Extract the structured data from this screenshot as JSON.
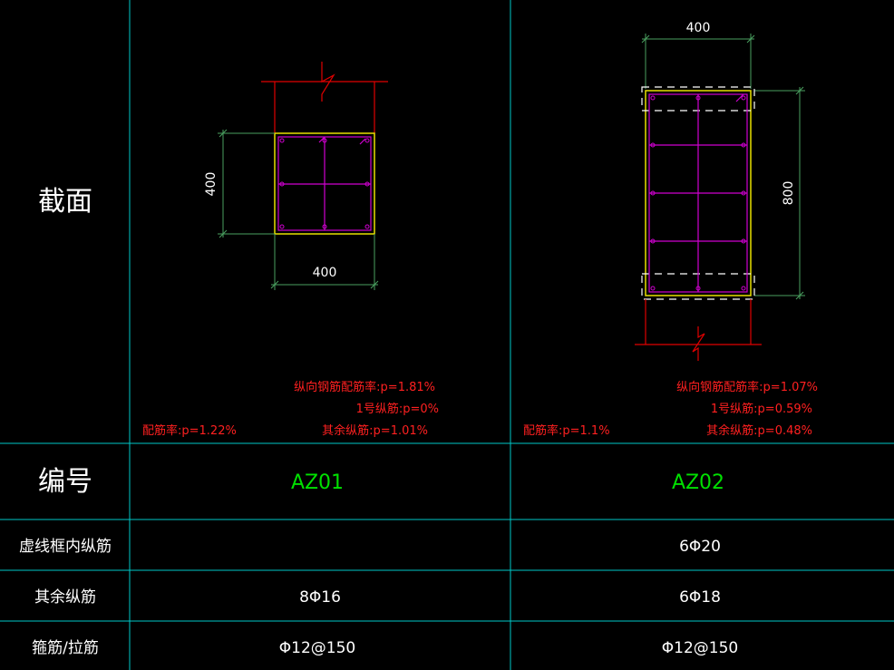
{
  "table": {
    "row_labels": {
      "section": "截面",
      "number": "编号",
      "dashed_box_rebar": "虚线框内纵筋",
      "other_rebar": "其余纵筋",
      "stirrup": "箍筋/拉筋"
    },
    "columns": [
      {
        "id": "AZ01",
        "number": "AZ01",
        "dashed_box_rebar": "",
        "other_rebar": "8Φ16",
        "stirrup": "Φ12@150",
        "section": {
          "width_dim": "400",
          "height_dim": "400",
          "ratio_total": "配筋率:p=1.22%",
          "ratio_longitudinal": "纵向钢筋配筋率:p=1.81%",
          "ratio_no1": "1号纵筋:p=0%",
          "ratio_other": "其余纵筋:p=1.01%"
        }
      },
      {
        "id": "AZ02",
        "number": "AZ02",
        "dashed_box_rebar": "6Φ20",
        "other_rebar": "6Φ18",
        "stirrup": "Φ12@150",
        "section": {
          "width_dim": "400",
          "height_dim": "800",
          "ratio_total": "配筋率:p=1.1%",
          "ratio_longitudinal": "纵向钢筋配筋率:p=1.07%",
          "ratio_no1": "1号纵筋:p=0.59%",
          "ratio_other": "其余纵筋:p=0.48%"
        }
      }
    ]
  },
  "colors": {
    "background": "#000000",
    "grid": "#00c8c8",
    "label_text": "#ffffff",
    "number_text": "#00e000",
    "column_outline": "#e8e000",
    "rebar": "#d000d0",
    "wall_line": "#e00000",
    "dimension": "#4aa060",
    "dimension_text": "#ffffff",
    "ratio_text": "#ff2020",
    "dashed_box": "#ffffff"
  }
}
